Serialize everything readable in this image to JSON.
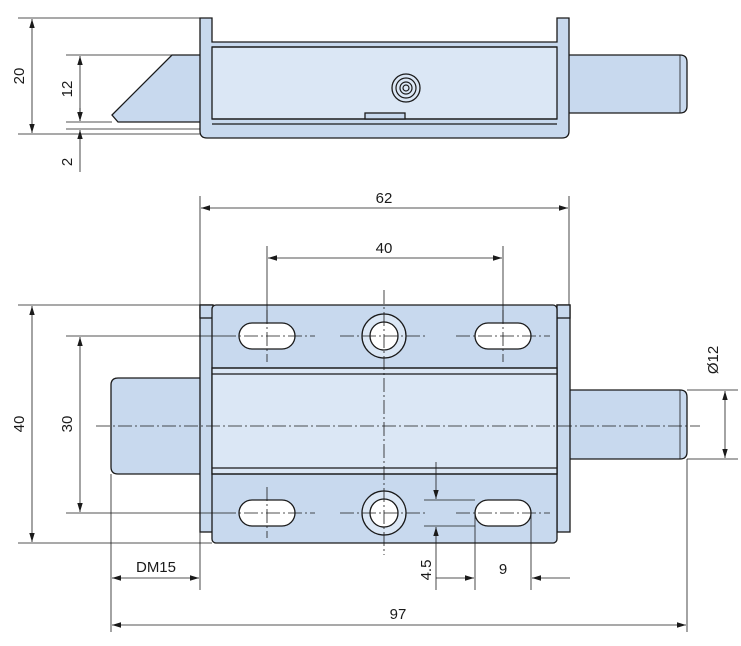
{
  "drawing": {
    "side_view": {
      "dim_height_total": "20",
      "dim_height_body": "12",
      "dim_base": "2"
    },
    "front_view": {
      "dim_width_body": "62",
      "dim_slot_pitch": "40",
      "dim_height_total": "40",
      "dim_hole_pitch": "30",
      "dim_pin_diameter": "Ø12",
      "dim_stroke": "DM15",
      "dim_slot_width": "4.5",
      "dim_slot_length": "9",
      "dim_overall_length": "97"
    },
    "colors": {
      "part_fill": "#c8d9ee",
      "outline": "#1a1a1a"
    }
  }
}
